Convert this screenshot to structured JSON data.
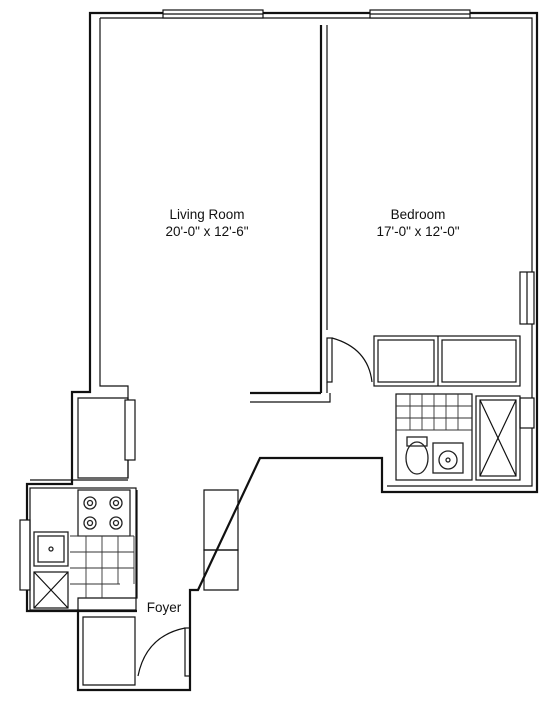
{
  "rooms": {
    "living": {
      "name": "Living Room",
      "size": "20'-0\" x 12'-6\""
    },
    "bedroom": {
      "name": "Bedroom",
      "size": "17'-0\" x 12'-0\""
    },
    "foyer": {
      "name": "Foyer"
    }
  }
}
